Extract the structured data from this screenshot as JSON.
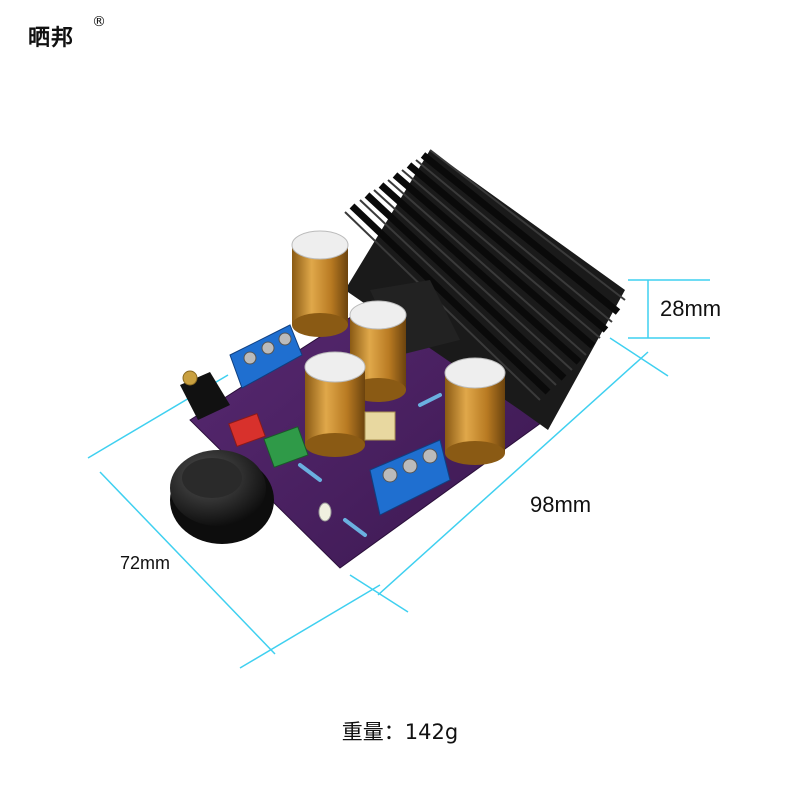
{
  "brand": {
    "name": "晒邦",
    "registered_mark": "®"
  },
  "dimensions": {
    "height": "28mm",
    "length": "98mm",
    "width": "72mm"
  },
  "weight_label": "重量：142g",
  "colors": {
    "pcb": "#4a2160",
    "heatsink": "#151515",
    "capacitor": "#c98a2b",
    "terminal": "#1f6fd0",
    "dimension_line": "#3fd0f0",
    "connector_red": "#d8312c",
    "connector_green": "#2f9a48"
  }
}
